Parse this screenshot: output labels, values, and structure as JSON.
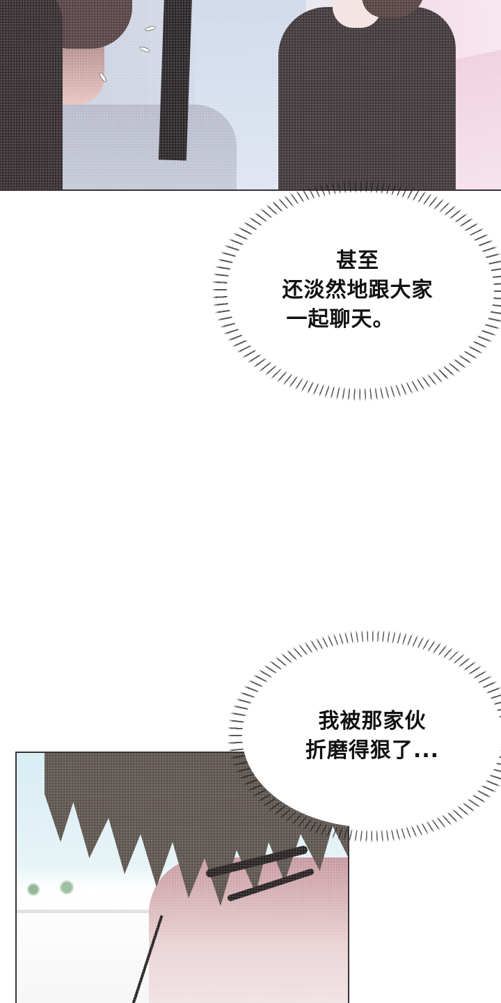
{
  "page": {
    "type": "webtoon-comic-page",
    "background_color": "#ffffff"
  },
  "panels": [
    {
      "id": "panel-1",
      "description": "Characters seen from behind in school uniforms; dark-haired student on left, light blue coat in center, dark coat on right",
      "colors": {
        "hair": "#3a3134",
        "shirt": "#c8ccd9",
        "coat_light": "#d3dbe8",
        "coat_dark": "#443b3d",
        "bg_pink": "#f3dde8"
      }
    },
    {
      "id": "panel-2",
      "description": "Close-up of a boy with dark hair covering eyes and glasses, head lowered; sky and trees in background",
      "colors": {
        "hair": "#5f5650",
        "skin": "#ead3d5",
        "sky": "#d6ecf3"
      }
    }
  ],
  "bubbles": [
    {
      "id": "bubble-1",
      "style": "burst-thought",
      "lines": [
        "甚至",
        "还淡然地跟大家",
        "一起聊天。"
      ]
    },
    {
      "id": "bubble-2",
      "style": "burst-thought",
      "lines": [
        "我被那家伙",
        "折磨得狠了..."
      ]
    }
  ]
}
